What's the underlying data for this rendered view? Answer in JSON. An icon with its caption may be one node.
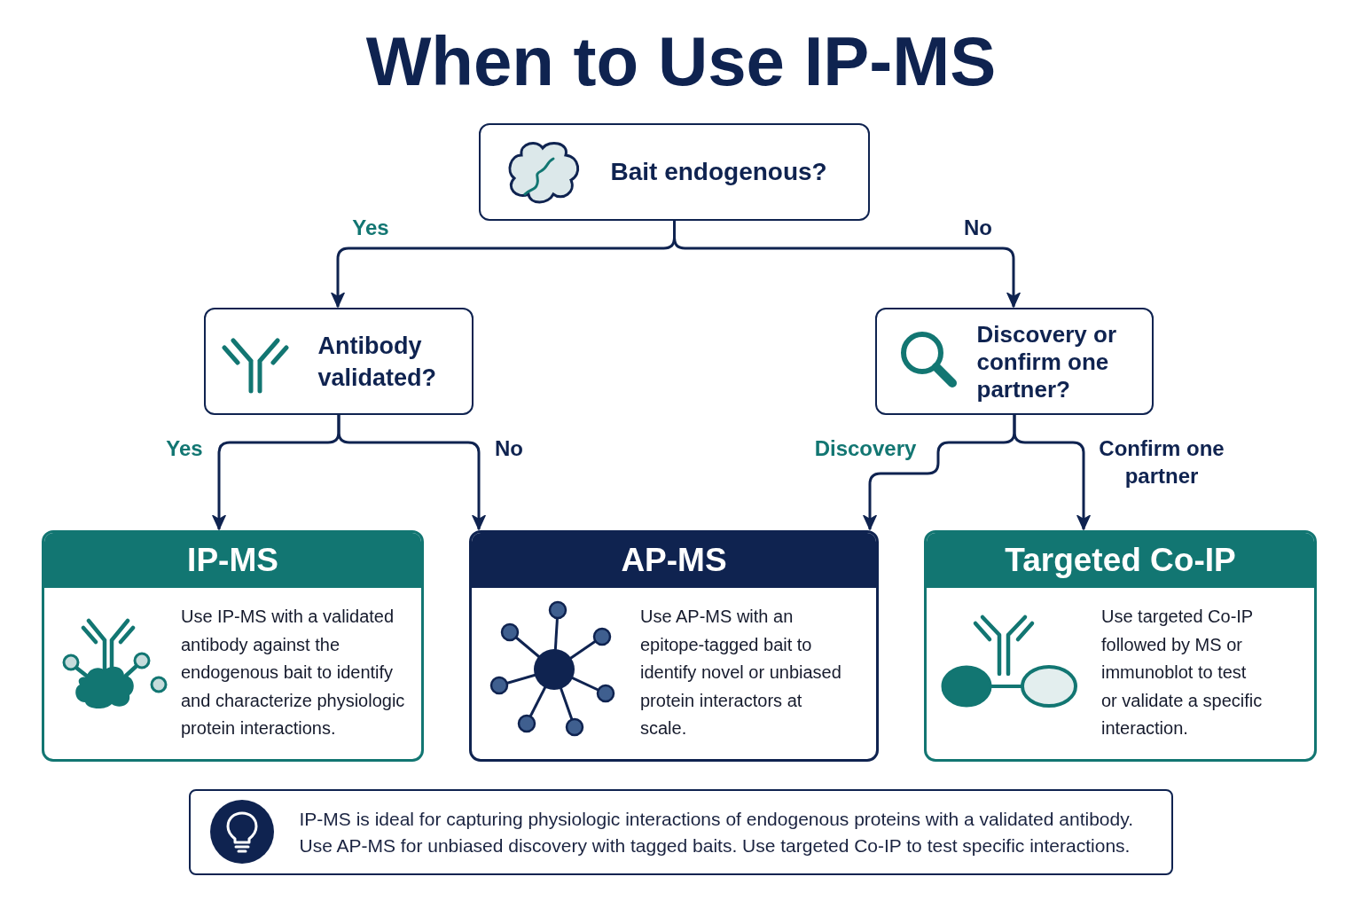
{
  "diagram": {
    "title": "When to Use IP-MS",
    "nodes": [
      {
        "text": [
          "Bait endogenous?"
        ]
      },
      {
        "text": [
          "Antibody validated?"
        ]
      },
      {
        "text": [
          "Discovery or confirm one partner?"
        ]
      },
      {
        "text": [
          "IP-MS",
          "Use IP-MS with a validated antibody against the endogenous bait to identify and characterize physiologic protein interactions."
        ]
      },
      {
        "text": [
          "AP-MS",
          "Use AP-MS with an epitope-tagged bait to identify novel or unbiased protein interactors at scale."
        ]
      },
      {
        "text": [
          "Targeted Co-IP",
          "Use targeted Co-IP followed by MS or immunoblot to test or validate a specific interaction."
        ]
      },
      {
        "text": [
          "IP-MS is ideal for capturing physiologic interactions of endogenous proteins with a validated antibody. Use AP-MS for unbiased discovery with tagged baits. Use targeted Co-IP to test specific interactions."
        ]
      }
    ],
    "edges": [
      {
        "from": 0,
        "to": 1,
        "arrow": "to",
        "label": "Yes"
      },
      {
        "from": 0,
        "to": 2,
        "arrow": "to",
        "label": "No"
      },
      {
        "from": 1,
        "to": 3,
        "arrow": "to",
        "label": "Yes"
      },
      {
        "from": 1,
        "to": 4,
        "arrow": "to",
        "label": "No"
      },
      {
        "from": 2,
        "to": 4,
        "arrow": "to",
        "label": "Discovery"
      },
      {
        "from": 2,
        "to": 5,
        "arrow": "to",
        "label": "Confirm one partner"
      }
    ]
  }
}
